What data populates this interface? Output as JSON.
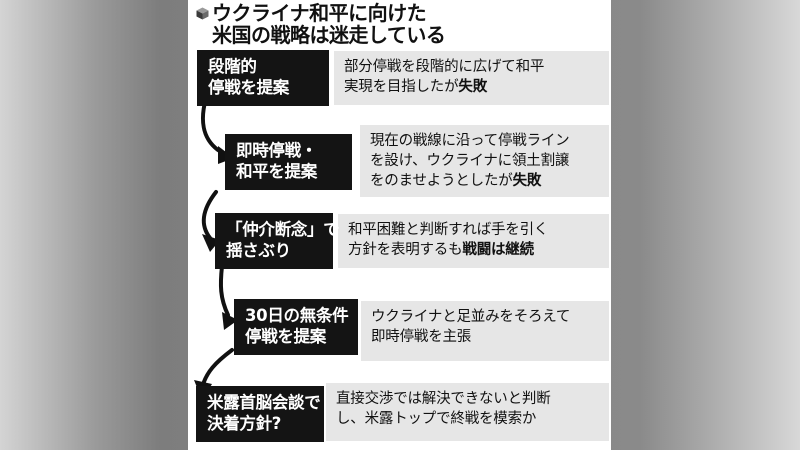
{
  "title": {
    "line1": "ウクライナ和平に向けた",
    "line2": "米国の戦略は迷走している"
  },
  "steps": [
    {
      "label": [
        "段階的",
        "停戦を提案"
      ],
      "desc": [
        {
          "text": "部分停戦を段階的に広げて和平",
          "bold": ""
        },
        {
          "text": "実現を目指したが",
          "bold": "失敗"
        }
      ]
    },
    {
      "label": [
        "即時停戦・",
        "和平を提案"
      ],
      "desc": [
        {
          "text": "現在の戦線に沿って停戦ライン",
          "bold": ""
        },
        {
          "text": "を設け、ウクライナに領土割譲",
          "bold": ""
        },
        {
          "text": "をのませようとしたが",
          "bold": "失敗"
        }
      ]
    },
    {
      "label": [
        "「仲介断念」で",
        "揺さぶり"
      ],
      "desc": [
        {
          "text": "和平困難と判断すれば手を引く",
          "bold": ""
        },
        {
          "text": "方針を表明するも",
          "bold": "戦闘は継続"
        }
      ]
    },
    {
      "label": [
        "30日の無条件",
        "停戦を提案"
      ],
      "desc": [
        {
          "text": "ウクライナと足並みをそろえて",
          "bold": ""
        },
        {
          "text": "即時停戦を主張",
          "bold": ""
        }
      ]
    },
    {
      "label": [
        "米露首脳会談で",
        "決着方針?"
      ],
      "desc": [
        {
          "text": "直接交渉では解決できないと判断",
          "bold": ""
        },
        {
          "text": "し、米露トップで終戦を模索か",
          "bold": ""
        }
      ]
    }
  ],
  "colors": {
    "label_bg": "#141414",
    "desc_bg": "#e6e6e6",
    "arrow": "#111111"
  },
  "icons": {
    "title": "cube-icon",
    "flow": "flow-arrow-icon"
  }
}
